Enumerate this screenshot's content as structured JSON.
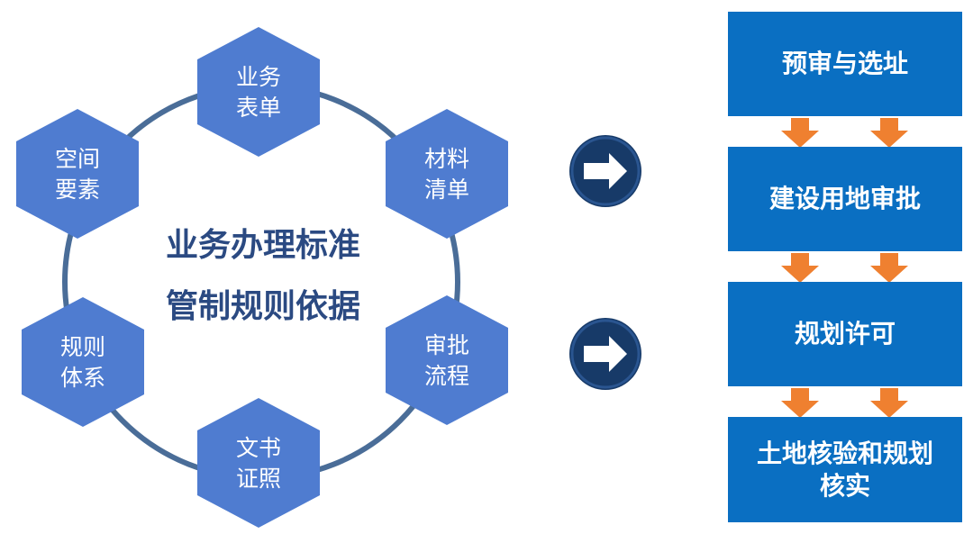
{
  "center": {
    "line1": "业务办理标准",
    "line2": "管制规则依据"
  },
  "hexagons": [
    {
      "line1": "业务",
      "line2": "表单"
    },
    {
      "line1": "材料",
      "line2": "清单"
    },
    {
      "line1": "审批",
      "line2": "流程"
    },
    {
      "line1": "文书",
      "line2": "证照"
    },
    {
      "line1": "规则",
      "line2": "体系"
    },
    {
      "line1": "空间",
      "line2": "要素"
    }
  ],
  "steps": [
    {
      "label": "预审与选址"
    },
    {
      "label": "建设用地审批"
    },
    {
      "label": "规划许可"
    },
    {
      "label": "土地核验和规划\n核实"
    }
  ],
  "colors": {
    "hex_fill": "#4f7cd0",
    "ring": "#4a6d98",
    "center_text": "#2b4a82",
    "step_fill": "#0a6fc2",
    "down_arrow": "#ef8030",
    "circle_arrow": "#173a68"
  },
  "icons": [
    "right-arrow-circle-icon",
    "down-arrow-icon"
  ]
}
